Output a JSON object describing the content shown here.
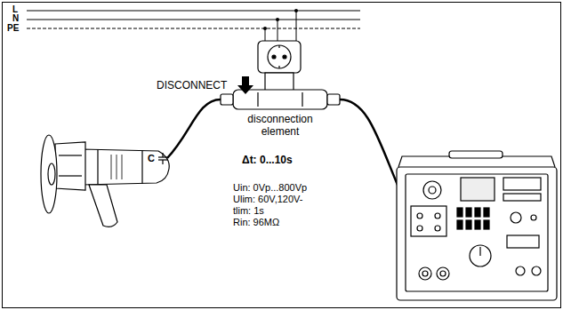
{
  "diagram": {
    "labels": [
      "L",
      "N",
      "PE",
      "DISCONNECT",
      "disconnection element",
      "Δt: 0...10s",
      "Uin: 0Vp...800Vp",
      "Ulim: 60V,120V-",
      "tlim: 1s",
      "Rin: 96MΩ",
      "C"
    ]
  }
}
